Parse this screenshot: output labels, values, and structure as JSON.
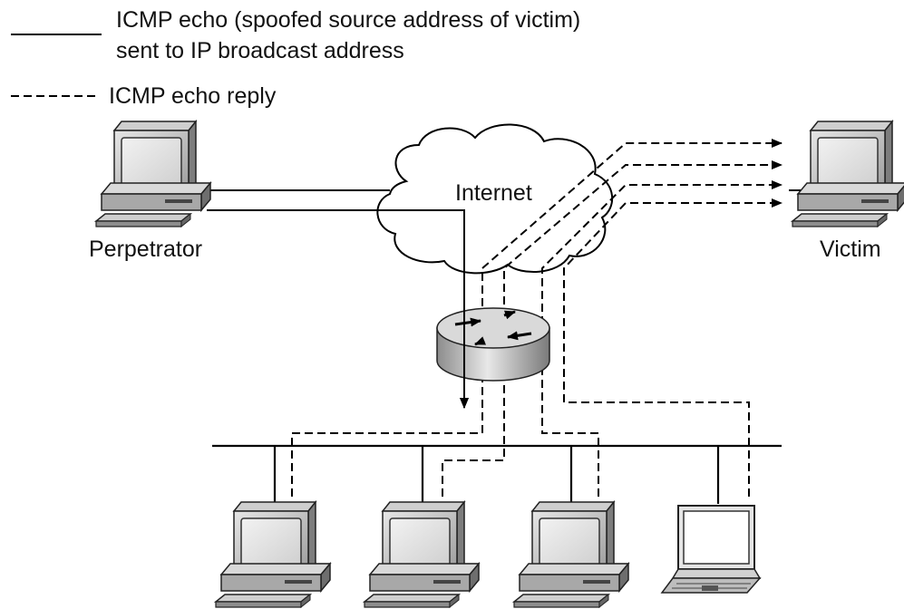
{
  "legend": {
    "solid_line_text_1": "ICMP echo (spoofed source address of victim)",
    "solid_line_text_2": "sent to IP broadcast address",
    "dashed_line_text": "ICMP echo reply"
  },
  "nodes": {
    "perpetrator": "Perpetrator",
    "victim": "Victim",
    "internet": "Internet"
  },
  "icons": {
    "perpetrator": "desktop-computer-icon",
    "victim": "desktop-computer-icon",
    "internet": "cloud-icon",
    "router": "router-icon",
    "hosts": [
      "desktop-computer-icon",
      "desktop-computer-icon",
      "desktop-computer-icon",
      "laptop-icon"
    ]
  },
  "colors": {
    "line": "#000000",
    "device_light": "#d6d6d6",
    "device_mid": "#a9a9a9",
    "device_dark": "#555555",
    "screen": "#e6e6e6"
  }
}
